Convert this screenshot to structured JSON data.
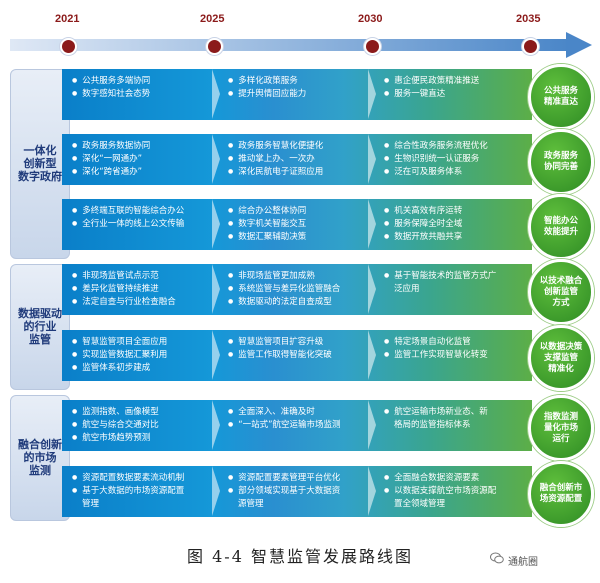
{
  "timeline": {
    "years": [
      "2021",
      "2025",
      "2030",
      "2035"
    ]
  },
  "colors": {
    "year_marker": "#8b1a1a",
    "timeline_bar": "#4a86c8",
    "phase_start": "#0a7fc9",
    "phase_end": "#5cae47",
    "goal_circle": "#3c9b2c",
    "category_text": "#1f3a7a"
  },
  "categories": [
    {
      "label": "一体化\n创新型\n数字政府"
    },
    {
      "label": "数据驱动\n的行业\n监管"
    },
    {
      "label": "融合创新\n的市场\n监测"
    }
  ],
  "rows": [
    {
      "phases": [
        [
          "公共服务多端协同",
          "数字感知社会态势"
        ],
        [
          "多样化政策服务",
          "提升舆情回应能力"
        ],
        [
          "惠企便民政策精准推送",
          "服务一键直达"
        ]
      ],
      "goal": "公共服务\n精准直达"
    },
    {
      "phases": [
        [
          "政务服务数据协同",
          "深化“一网通办”",
          "深化“跨省通办”"
        ],
        [
          "政务服务智慧化便捷化",
          "推动掌上办、一次办",
          "深化民航电子证照应用"
        ],
        [
          "综合性政务服务流程优化",
          "生物识别统一认证服务",
          "泛在可及服务体系"
        ]
      ],
      "goal": "政务服务\n协同完善"
    },
    {
      "phases": [
        [
          "多终端互联的智能综合办公",
          "全行业一体的线上公文传输"
        ],
        [
          "综合办公整体协同",
          "数字机关智能交互",
          "数据汇聚辅助决策"
        ],
        [
          "机关高效有序运转",
          "服务保障全时全域",
          "数据开放共融共享"
        ]
      ],
      "goal": "智能办公\n效能提升"
    },
    {
      "phases": [
        [
          "非现场监管试点示范",
          "差异化监管持续推进",
          "法定自查与行业检查融合"
        ],
        [
          "非现场监管更加成熟",
          "系统监管与差异化监管融合",
          "数据驱动的法定自查成型"
        ],
        [
          "基于智能技术的监管方式广",
          "泛应用"
        ]
      ],
      "goal": "以技术融合\n创新监管\n方式"
    },
    {
      "phases": [
        [
          "智慧监管项目全面应用",
          "实现监管数据汇聚利用",
          "监管体系初步建成"
        ],
        [
          "智慧监管项目扩容升级",
          "监管工作取得智能化突破"
        ],
        [
          "特定场景自动化监管",
          "监管工作实现智慧化转变"
        ]
      ],
      "goal": "以数据决策\n支撑监管\n精准化"
    },
    {
      "phases": [
        [
          "监测指数、画像模型",
          "航空与综合交通对比",
          "航空市场趋势预测"
        ],
        [
          "全面深入、准确及时",
          "“一站式”航空运输市场监测"
        ],
        [
          "航空运输市场新业态、新",
          "格局的监管指标体系"
        ]
      ],
      "goal": "指数监测\n量化市场\n运行"
    },
    {
      "phases": [
        [
          "资源配置数据要素流动机制",
          "基于大数据的市场资源配置",
          "管理"
        ],
        [
          "资源配置要素管理平台优化",
          "部分领域实现基于大数据资",
          "源管理"
        ],
        [
          "全面融合数据资源要素",
          "以数据支撑航空市场资源配",
          "置全领域管理"
        ]
      ],
      "goal": "融合创新市\n场资源配置"
    }
  ],
  "caption": "图 4-4  智慧监管发展路线图",
  "watermark": "通航圈"
}
